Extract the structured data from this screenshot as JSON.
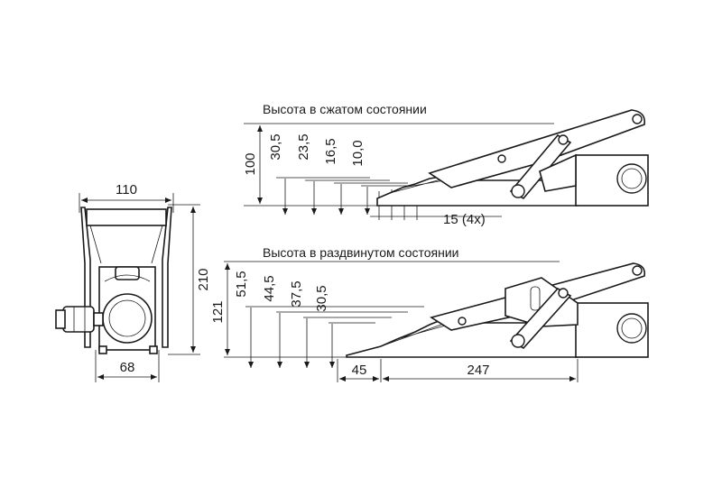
{
  "front_view": {
    "width_top": "110",
    "height_side": "210",
    "width_bottom": "68"
  },
  "compressed_view": {
    "caption": "Высота в сжатом состоянии",
    "total_height": "100",
    "step_heights": [
      "30,5",
      "23,5",
      "16,5",
      "10,0"
    ],
    "step_pitch": "15 (4x)"
  },
  "extended_view": {
    "caption": "Высота в раздвинутом состоянии",
    "total_height": "121",
    "step_heights": [
      "51,5",
      "44,5",
      "37,5",
      "30,5"
    ],
    "tip_length": "45",
    "base_length": "247"
  }
}
